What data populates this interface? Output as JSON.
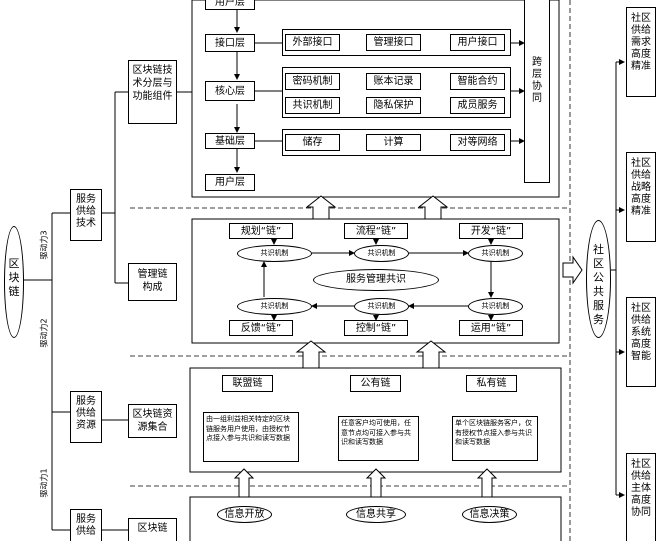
{
  "left": {
    "chain_circle": "区块链",
    "drivers": [
      "驱动力3",
      "驱动力2",
      "驱动力1"
    ]
  },
  "column2": {
    "tech": "服务供给技术",
    "resource": "服务供给资源",
    "bottom": "服务供给"
  },
  "column3": {
    "layers_components": "区块链技术分层与功能组件",
    "mgmt_chain": "管理链构成",
    "resource_set": "区块链资源集合",
    "bottom": "区块链"
  },
  "tech_layers": {
    "user_top": "用户层",
    "interface": "接口层",
    "core": "核心层",
    "base": "基础层",
    "user_bottom": "用户层",
    "interface_items": [
      "外部接口",
      "管理接口",
      "用户接口"
    ],
    "core_row1": [
      "密码机制",
      "账本记录",
      "智能合约"
    ],
    "core_row2": [
      "共识机制",
      "隐私保护",
      "成员服务"
    ],
    "base_items": [
      "储存",
      "计算",
      "对等网络"
    ],
    "cross_layer": "跨层协同"
  },
  "mgmt": {
    "plan": "规划“链”",
    "process": "流程“链”",
    "develop": "开发“链”",
    "feedback": "反馈“链”",
    "control": "控制“链”",
    "operate": "运用“链”",
    "consensus": "共识机制",
    "center": "服务管理共识"
  },
  "resource": {
    "consortium": "联盟链",
    "public": "公有链",
    "private": "私有链",
    "consortium_desc": "由一组利益相关特定的区块链服务用户使用，由授权节点接入参与共识和读写数据",
    "public_desc": "任意客户均可使用，任意节点均可接入参与共识和读写数据",
    "private_desc": "单个区块链服务客户，仅有授权节点接入参与共识和读写数据"
  },
  "info": {
    "open": "信息开放",
    "share": "信息共享",
    "decide": "信息决策"
  },
  "right": {
    "community_service": "社区公共服务",
    "outcomes": [
      "社区供给需求高度精准",
      "社区供给战略高度精准",
      "社区供给系统高度智能",
      "社区供给主体高度协同"
    ]
  }
}
